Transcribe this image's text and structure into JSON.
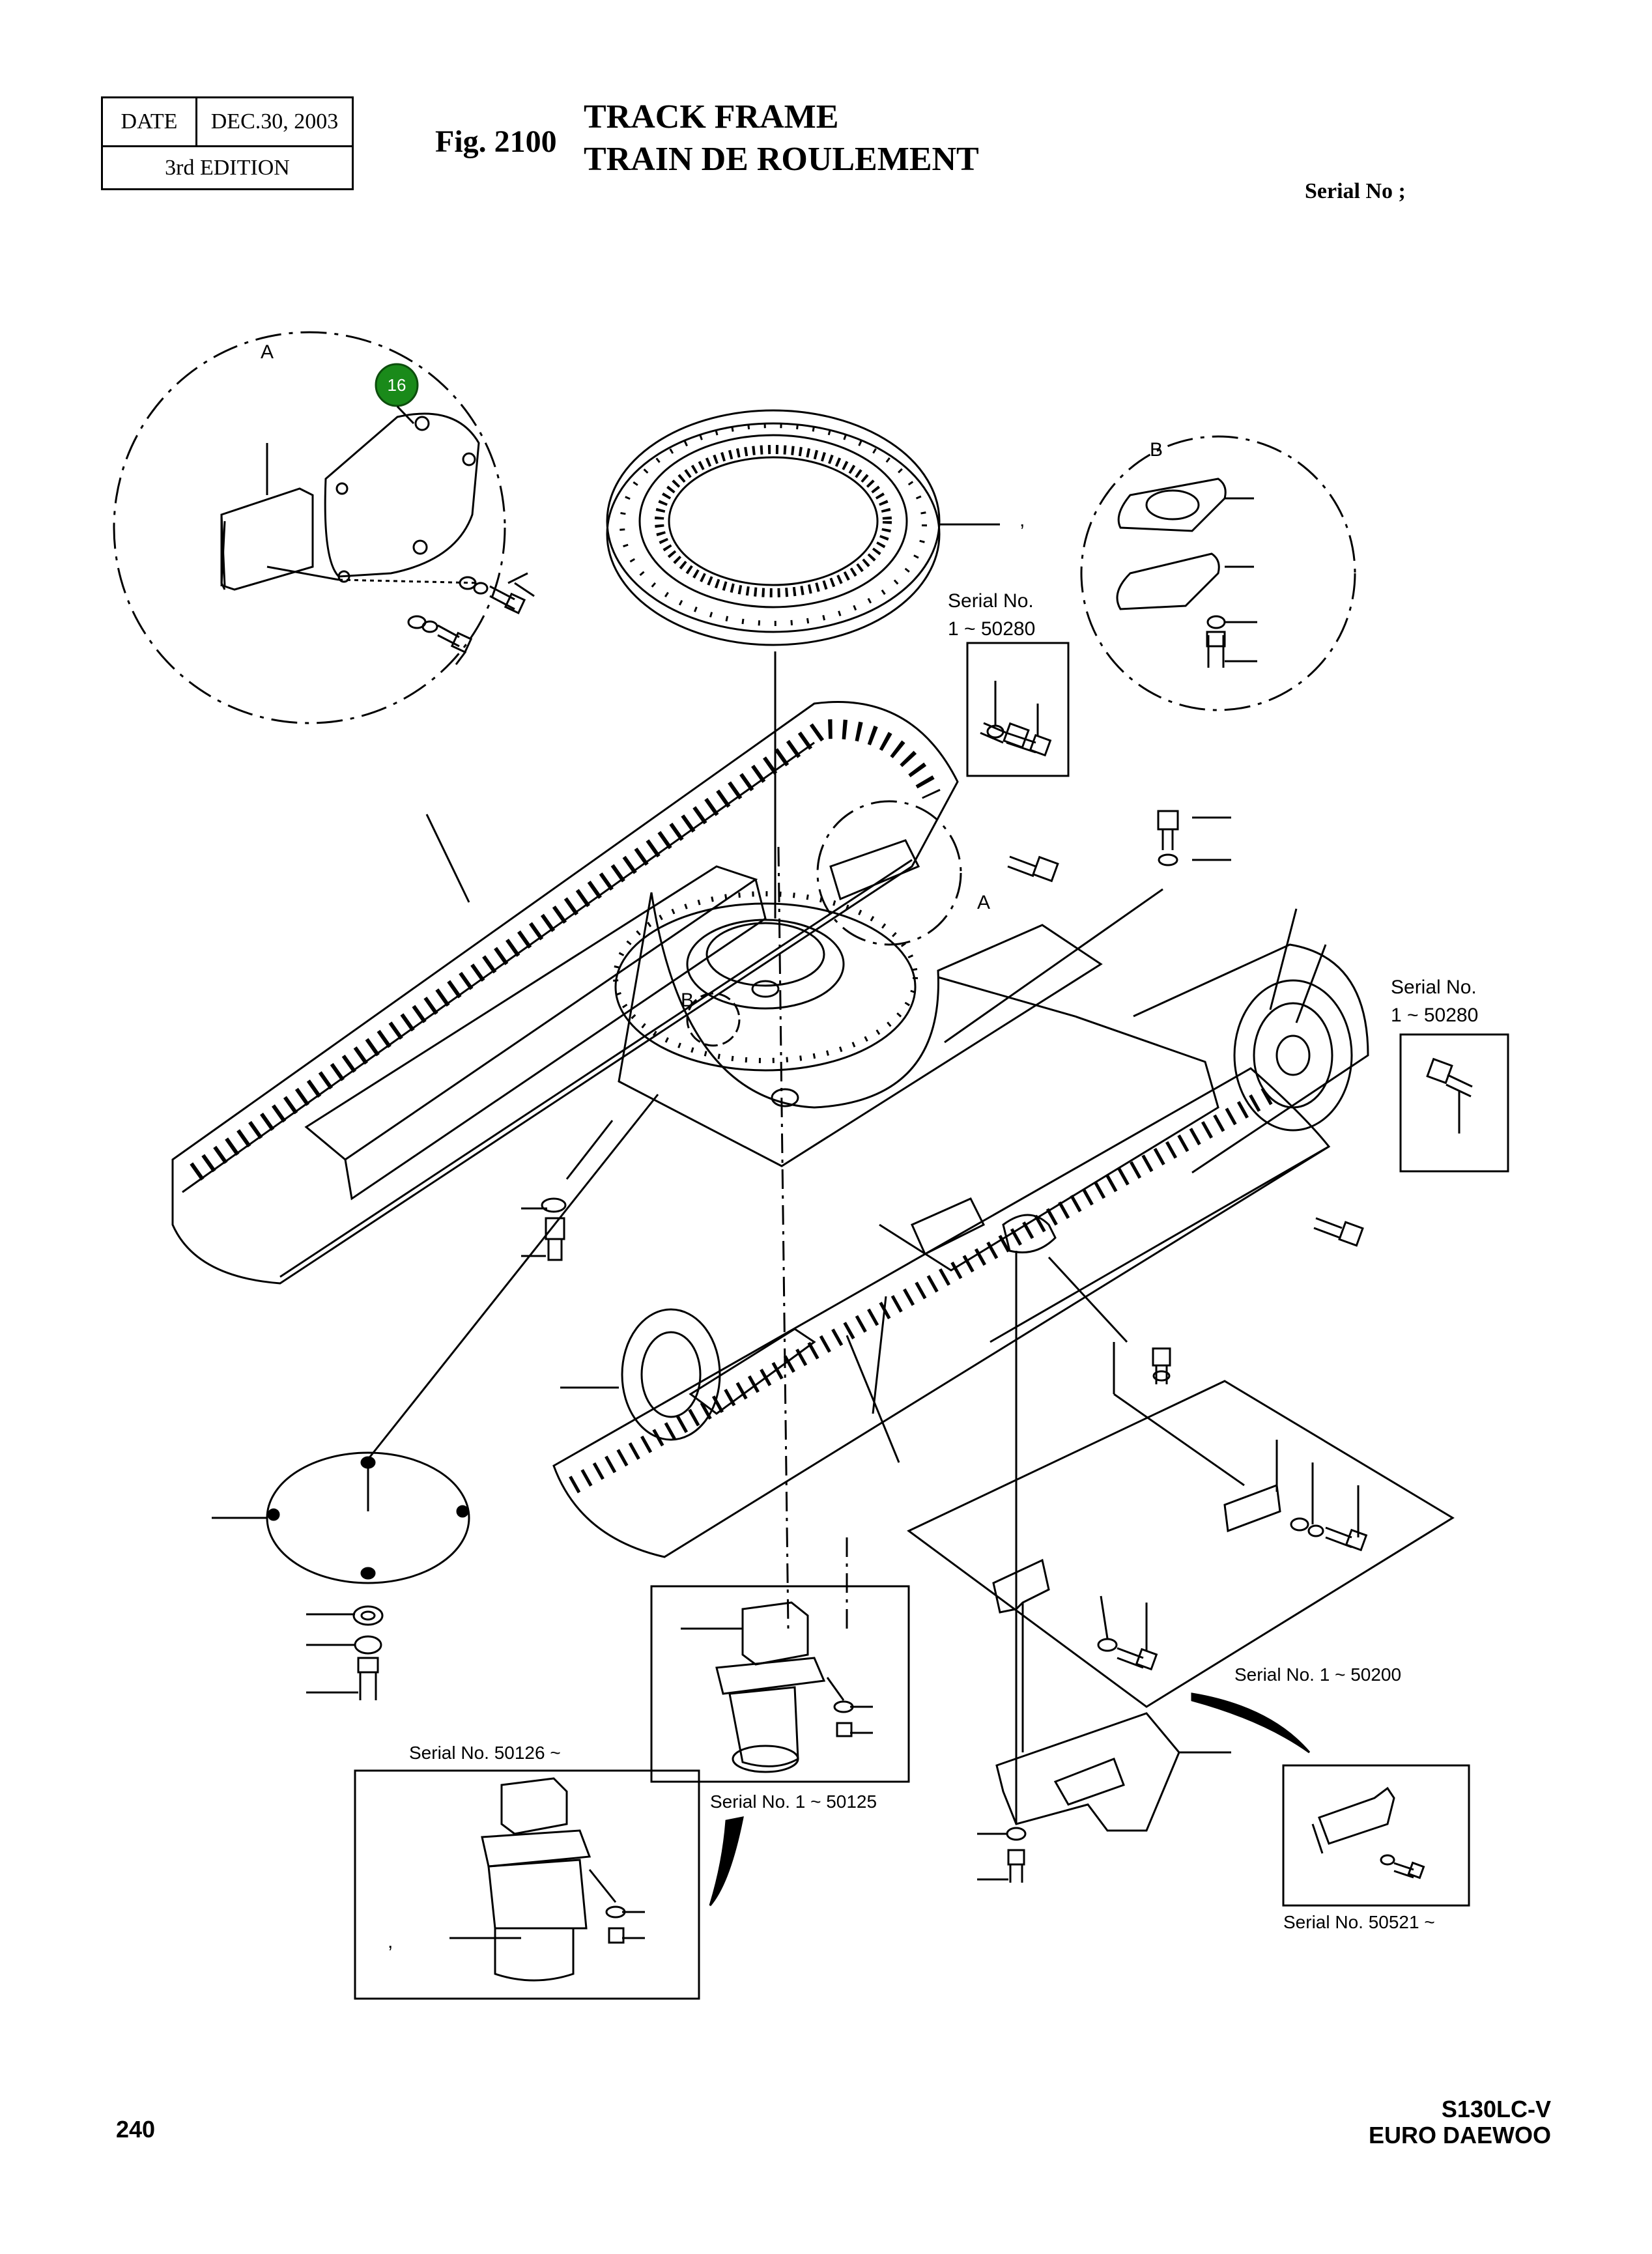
{
  "header": {
    "date_label": "DATE",
    "date_value": "DEC.30, 2003",
    "edition": "3rd  EDITION",
    "fig_number": "Fig. 2100",
    "title_en": "TRACK FRAME",
    "title_fr": "TRAIN DE ROULEMENT",
    "serial_top": "Serial No ;"
  },
  "callouts": {
    "detail_a": "A",
    "detail_a_ref": "A",
    "detail_b": "B",
    "detail_b_ref": "B",
    "badge_16": "16",
    "comma1": ",",
    "comma2": ",",
    "comma3": ","
  },
  "serial_notes": {
    "left_box_line1": "Serial No.",
    "left_box_line2": "1 ~ 50280",
    "right_box_line1": "Serial No.",
    "right_box_line2": "1 ~ 50280",
    "joint_old": "Serial No. 1 ~ 50125",
    "joint_new": "Serial No. 50126 ~",
    "bracket_old": "Serial No. 1 ~ 50200",
    "bracket_new": "Serial No. 50521 ~"
  },
  "footer": {
    "page_number": "240",
    "model_line1": "S130LC-V",
    "model_line2": "EURO DAEWOO"
  },
  "colors": {
    "line": "#000000",
    "badge": "#1a8a1a",
    "background": "#ffffff"
  }
}
